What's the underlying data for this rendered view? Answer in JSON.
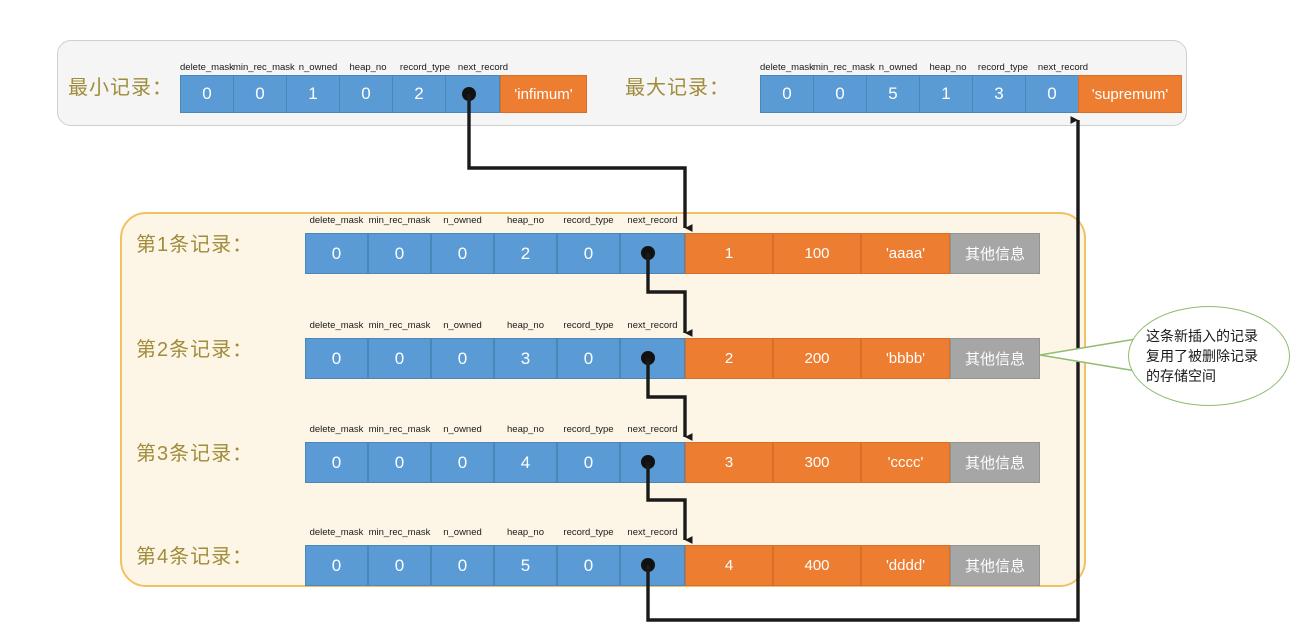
{
  "colors": {
    "blue": "#5b9bd5",
    "orange": "#ed7d31",
    "gray": "#a6a6a6",
    "container_bg": "#fdf6e7",
    "container_border": "#f2c262",
    "panel_bg": "#f5f5f5",
    "label_text": "#a08c3a",
    "callout_border": "#8fbc6f",
    "arrow": "#1a1a1a"
  },
  "field_headers": [
    "delete_mask",
    "min_rec_mask",
    "n_owned",
    "heap_no",
    "record_type",
    "next_record"
  ],
  "system_records": {
    "infimum": {
      "label": "最小记录：",
      "headers": [
        "delete_mask",
        "min_rec_mask",
        "n_owned",
        "heap_no",
        "record_type",
        "next_record"
      ],
      "values": [
        "0",
        "0",
        "1",
        "0",
        "2",
        ""
      ],
      "next_record_is_pointer": true,
      "data": "'infimum'"
    },
    "supremum": {
      "label": "最大记录：",
      "headers": [
        "delete_mask",
        "min_rec_mask",
        "n_owned",
        "heap_no",
        "record_type",
        "next_record"
      ],
      "values": [
        "0",
        "0",
        "5",
        "1",
        "3",
        "0"
      ],
      "next_record_is_pointer": false,
      "data": "'supremum'"
    }
  },
  "user_records": [
    {
      "label": "第1条记录：",
      "headers": [
        "delete_mask",
        "min_rec_mask",
        "n_owned",
        "heap_no",
        "record_type",
        "next_record"
      ],
      "values": [
        "0",
        "0",
        "0",
        "2",
        "0",
        ""
      ],
      "columns": [
        "1",
        "100",
        "'aaaa'"
      ],
      "other": "其他信息"
    },
    {
      "label": "第2条记录：",
      "headers": [
        "delete_mask",
        "min_rec_mask",
        "n_owned",
        "heap_no",
        "record_type",
        "next_record"
      ],
      "values": [
        "0",
        "0",
        "0",
        "3",
        "0",
        ""
      ],
      "columns": [
        "2",
        "200",
        "'bbbb'"
      ],
      "other": "其他信息"
    },
    {
      "label": "第3条记录：",
      "headers": [
        "delete_mask",
        "min_rec_mask",
        "n_owned",
        "heap_no",
        "record_type",
        "next_record"
      ],
      "values": [
        "0",
        "0",
        "0",
        "4",
        "0",
        ""
      ],
      "columns": [
        "3",
        "300",
        "'cccc'"
      ],
      "other": "其他信息"
    },
    {
      "label": "第4条记录：",
      "headers": [
        "delete_mask",
        "min_rec_mask",
        "n_owned",
        "heap_no",
        "record_type",
        "next_record"
      ],
      "values": [
        "0",
        "0",
        "0",
        "5",
        "0",
        ""
      ],
      "columns": [
        "4",
        "400",
        "'dddd'"
      ],
      "other": "其他信息"
    }
  ],
  "callout": {
    "line1": "这条新插入的记录",
    "line2": "复用了被删除记录",
    "line3": "的存储空间"
  }
}
